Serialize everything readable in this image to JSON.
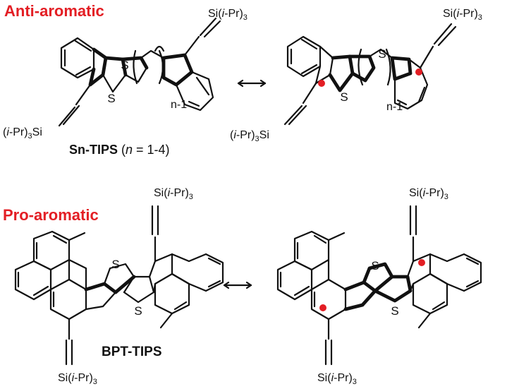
{
  "colors": {
    "heading": "#e31e24",
    "radical_dot": "#e31e24",
    "ink": "#111111"
  },
  "top": {
    "heading": "Anti-aromatic",
    "compound_name": "Sn-TIPS",
    "compound_suffix_open": " (",
    "compound_n": "n",
    "compound_suffix_close": " = 1-4)",
    "repeat_label": "n-1",
    "sulfur": "S",
    "tips_left_prefix": "(",
    "tips_i": "i",
    "tips_left_suffix": "-Pr)",
    "tips_sub": "3",
    "tips_si": "Si",
    "tips_right_prefix": "Si(",
    "tips_right_suffix": "-Pr)",
    "resonance_arrow": "resonance-arrow"
  },
  "bottom": {
    "heading": "Pro-aromatic",
    "compound_name": "BPT-TIPS",
    "sulfur": "S",
    "tips_prefix": "Si(",
    "tips_i": "i",
    "tips_suffix": "-Pr)",
    "tips_sub": "3",
    "resonance_arrow": "resonance-arrow"
  }
}
